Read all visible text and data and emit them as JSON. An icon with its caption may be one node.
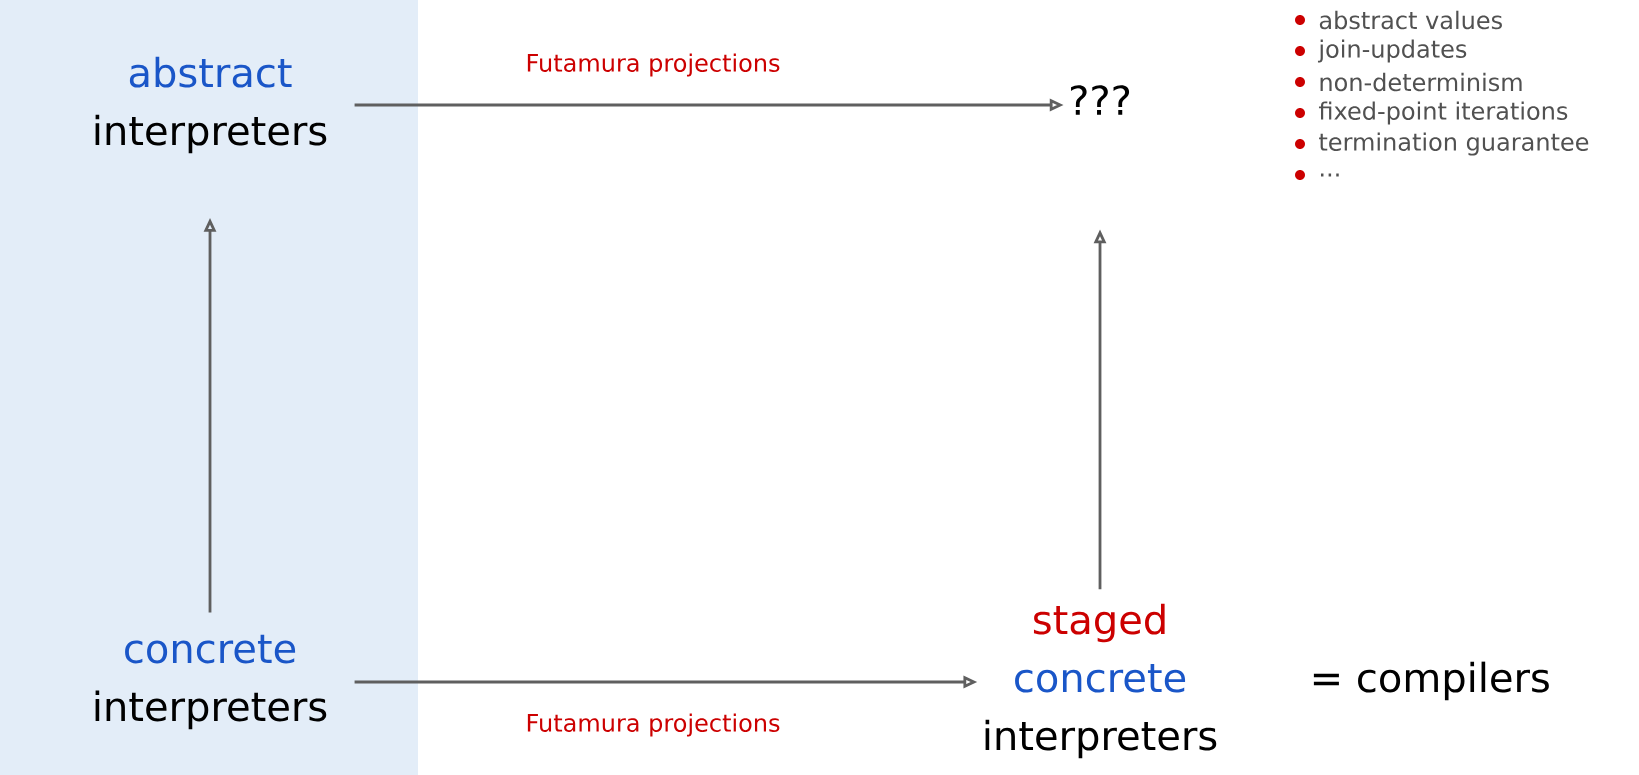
{
  "diagram": {
    "nodes": [
      {
        "text": [
          "abstract",
          "interpreters"
        ]
      },
      {
        "text": [
          "concrete",
          "interpreters"
        ]
      },
      {
        "text": [
          "???"
        ]
      },
      {
        "text": [
          "staged",
          "concrete",
          "interpreters"
        ],
        "beside": [
          "= compilers"
        ]
      }
    ],
    "edges": [
      {
        "from": 1,
        "to": 0,
        "arrow": "to"
      },
      {
        "from": 0,
        "to": 2,
        "arrow": "to",
        "label": "Futamura projections"
      },
      {
        "from": 1,
        "to": 3,
        "arrow": "to",
        "label": "Futamura projections"
      },
      {
        "from": 3,
        "to": 2,
        "arrow": "to"
      }
    ],
    "labels": [
      "abstract values",
      "join-updates",
      "non-determinism",
      "fixed-point iterations",
      "termination guarantee",
      "..."
    ]
  }
}
